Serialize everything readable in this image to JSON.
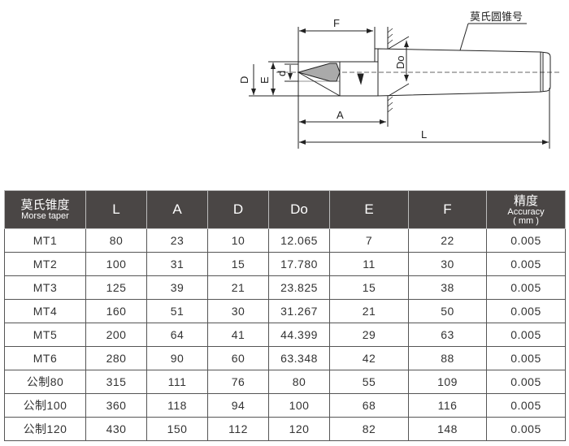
{
  "drawing": {
    "labels": {
      "F": "F",
      "A": "A",
      "L": "L",
      "D": "D",
      "E": "E",
      "d": "d",
      "Do": "Do",
      "taper_note": "莫氏圆锥号"
    }
  },
  "table": {
    "headers": {
      "morse_cn": "莫氏锥度",
      "morse_en": "Morse taper",
      "L": "L",
      "A": "A",
      "D": "D",
      "Do": "Do",
      "E": "E",
      "F": "F",
      "acc_cn": "精度",
      "acc_en": "Accuracy",
      "acc_unit": "( mm )"
    },
    "rows": [
      [
        "MT1",
        "80",
        "23",
        "10",
        "12.065",
        "7",
        "22",
        "0.005"
      ],
      [
        "MT2",
        "100",
        "31",
        "15",
        "17.780",
        "11",
        "30",
        "0.005"
      ],
      [
        "MT3",
        "125",
        "39",
        "21",
        "23.825",
        "15",
        "38",
        "0.005"
      ],
      [
        "MT4",
        "160",
        "51",
        "30",
        "31.267",
        "21",
        "50",
        "0.005"
      ],
      [
        "MT5",
        "200",
        "64",
        "41",
        "44.399",
        "29",
        "63",
        "0.005"
      ],
      [
        "MT6",
        "280",
        "90",
        "60",
        "63.348",
        "42",
        "88",
        "0.005"
      ],
      [
        "公制80",
        "315",
        "111",
        "76",
        "80",
        "55",
        "109",
        "0.005"
      ],
      [
        "公制100",
        "360",
        "118",
        "94",
        "100",
        "68",
        "116",
        "0.005"
      ],
      [
        "公制120",
        "430",
        "150",
        "112",
        "120",
        "82",
        "148",
        "0.005"
      ]
    ]
  }
}
